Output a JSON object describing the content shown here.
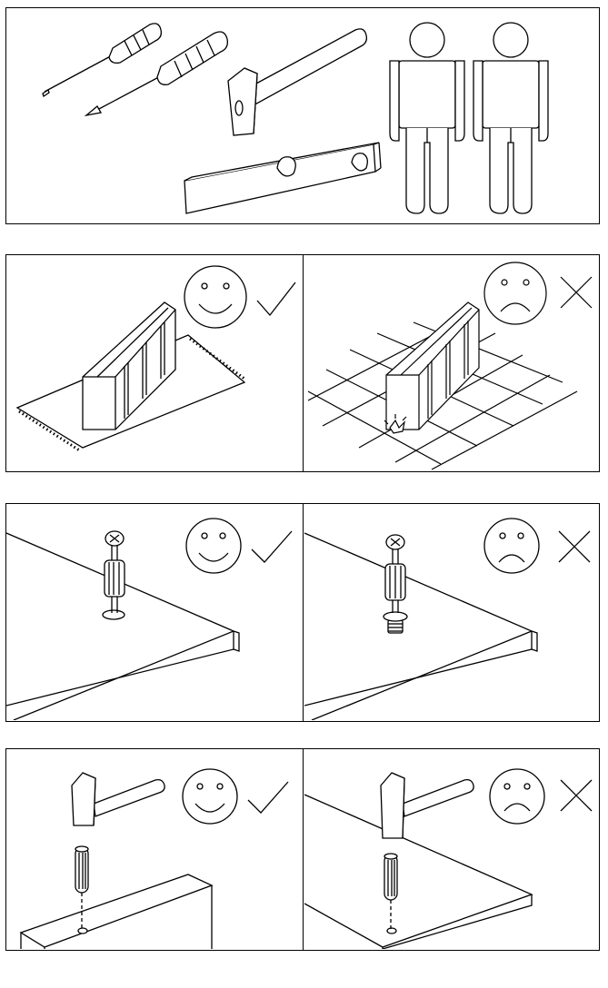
{
  "manual": {
    "colors": {
      "ink": "#000000",
      "paper": "#ffffff"
    },
    "panels": [
      {
        "id": "tools",
        "icons": [
          "flathead-screwdriver-icon",
          "phillips-screwdriver-icon",
          "hammer-icon",
          "spirit-level-icon",
          "person-icon",
          "person-icon"
        ]
      },
      {
        "id": "surface",
        "cells": [
          {
            "verdict": "correct",
            "icons": [
              "shelf-unit-icon",
              "rug-icon",
              "happy-face-icon",
              "check-mark-icon"
            ]
          },
          {
            "verdict": "wrong",
            "icons": [
              "shelf-unit-icon",
              "tiled-floor-icon",
              "scratch-mark-icon",
              "sad-face-icon",
              "cross-mark-icon"
            ]
          }
        ]
      },
      {
        "id": "cam-bolt",
        "cells": [
          {
            "verdict": "correct",
            "icons": [
              "panel-board-icon",
              "cam-bolt-icon",
              "happy-face-icon",
              "check-mark-icon"
            ]
          },
          {
            "verdict": "wrong",
            "icons": [
              "panel-board-icon",
              "cam-bolt-icon",
              "sad-face-icon",
              "cross-mark-icon"
            ]
          }
        ]
      },
      {
        "id": "dowel",
        "cells": [
          {
            "verdict": "correct",
            "icons": [
              "hammer-icon",
              "wooden-dowel-icon",
              "panel-board-icon",
              "happy-face-icon",
              "check-mark-icon"
            ]
          },
          {
            "verdict": "wrong",
            "icons": [
              "hammer-icon",
              "wooden-dowel-icon",
              "panel-board-icon",
              "sad-face-icon",
              "cross-mark-icon"
            ]
          }
        ]
      }
    ]
  }
}
